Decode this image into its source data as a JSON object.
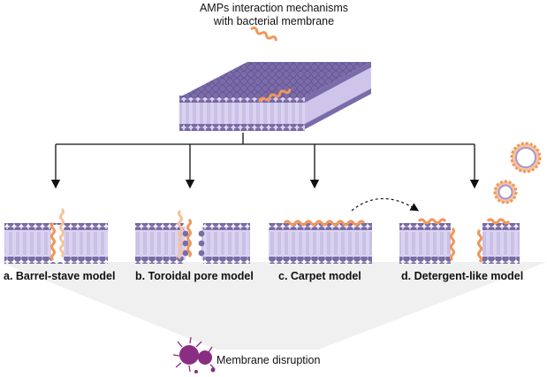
{
  "title": {
    "line1": "AMPs interaction mechanisms",
    "line2": "with bacterial membrane"
  },
  "models": [
    {
      "label": "a. Barrel-stave model"
    },
    {
      "label": "b. Toroidal pore model"
    },
    {
      "label": "c. Carpet model"
    },
    {
      "label": "d. Detergent-like model"
    }
  ],
  "outcome": {
    "label": "Membrane disruption"
  },
  "colors": {
    "lipid_head": "#7b6ba8",
    "lipid_head_dark": "#5a4c8a",
    "membrane_core": "#d9d3f0",
    "peptide": "#f0975a",
    "peptide_light": "#f6c39e",
    "bacterium": "#8a2e82",
    "funnel": "#f0f0f0"
  },
  "icons": [
    "peptide-helix-icon",
    "membrane-slab-icon",
    "bacterium-icon",
    "micelle-icon"
  ]
}
